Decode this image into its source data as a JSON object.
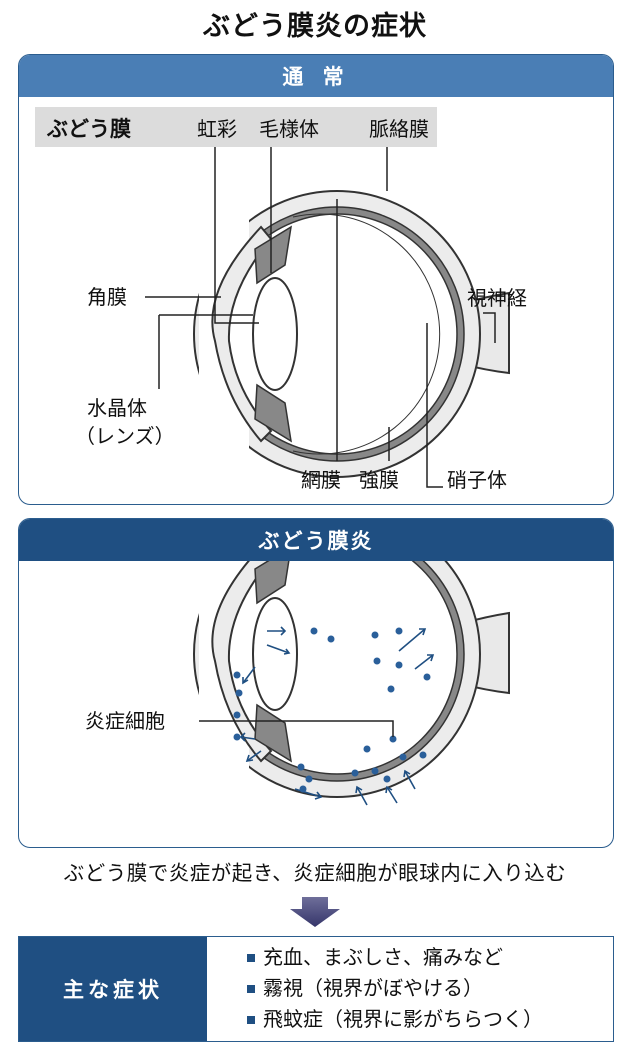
{
  "title": "ぶどう膜炎の症状",
  "normal_panel": {
    "header": "通 常",
    "uvea_label": "ぶどう膜",
    "labels": {
      "iris": "虹彩",
      "ciliary_body": "毛様体",
      "choroid": "脈絡膜",
      "optic_nerve": "視神経",
      "cornea": "角膜",
      "lens_line1": "水晶体",
      "lens_line2": "（レンズ）",
      "retina": "網膜",
      "sclera": "強膜",
      "vitreous": "硝子体"
    }
  },
  "uveitis_panel": {
    "header": "ぶどう膜炎",
    "label_inflammatory_cells": "炎症細胞"
  },
  "caption": "ぶどう膜で炎症が起き、炎症細胞が眼球内に入り込む",
  "symptoms": {
    "label": "主な症状",
    "items": [
      "充血、まぶしさ、痛みなど",
      "霧視（視界がぼやける）",
      "飛蚊症（視界に影がちらつく）"
    ]
  },
  "colors": {
    "header_light": "#4a7eb5",
    "header_dark": "#1f4f82",
    "dot": "#2a5f9a"
  }
}
